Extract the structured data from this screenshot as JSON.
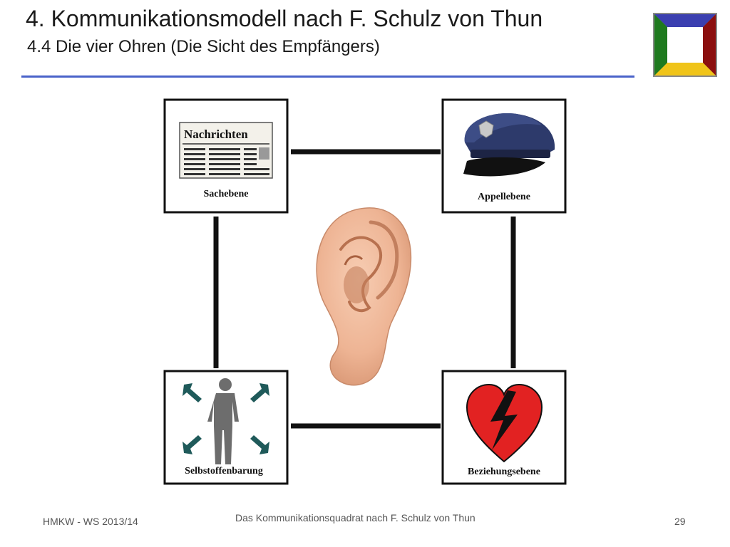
{
  "header": {
    "title": "4. Kommunikationsmodell nach F. Schulz von Thun",
    "subtitle": "4.4 Die vier Ohren (Die Sicht des Empfängers)"
  },
  "logo": {
    "colors": {
      "top": "#3b3fb0",
      "right": "#8b0f0f",
      "bottom": "#f0c419",
      "left": "#1f7a1f"
    }
  },
  "diagram": {
    "top_left": {
      "label": "Sachebene",
      "newspaper_title": "Nachrichten",
      "icon": "newspaper-icon"
    },
    "top_right": {
      "label": "Appellebene",
      "icon": "police-cap-icon"
    },
    "bottom_left": {
      "label": "Selbstoffenbarung",
      "icon": "person-arrows-icon"
    },
    "bottom_right": {
      "label": "Beziehungsebene",
      "icon": "broken-heart-icon"
    },
    "center": {
      "icon": "ear-icon"
    }
  },
  "footer": {
    "left": "HMKW - WS 2013/14",
    "center": "Das Kommunikationsquadrat nach F. Schulz von Thun",
    "page_number": "29"
  }
}
